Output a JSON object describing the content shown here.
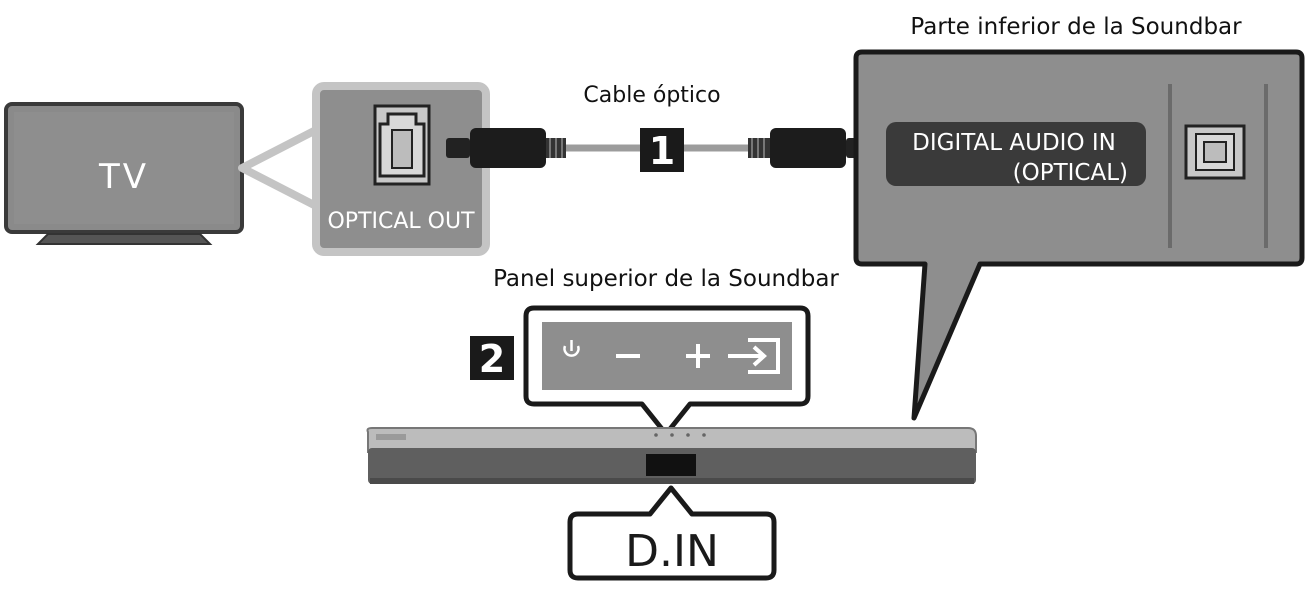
{
  "labels": {
    "cable": "Cable óptico",
    "bottom_panel": "Parte inferior de la Soundbar",
    "top_panel": "Panel superior de la Soundbar",
    "tv": "TV",
    "optical_out": "OPTICAL OUT",
    "digital_audio_in_line1": "DIGITAL AUDIO IN",
    "digital_audio_in_line2": "(OPTICAL)",
    "display": "D.IN"
  },
  "steps": {
    "step1": "1",
    "step2": "2"
  },
  "colors": {
    "panel_gray": "#8e8e8e",
    "dark": "#1a1a1a",
    "light_gray": "#c9c9c9",
    "soundbar": "#5f5f5f"
  },
  "icons": [
    "power-icon",
    "minus-icon",
    "plus-icon",
    "input-source-icon",
    "optical-port-icon",
    "optical-plug-icon"
  ]
}
